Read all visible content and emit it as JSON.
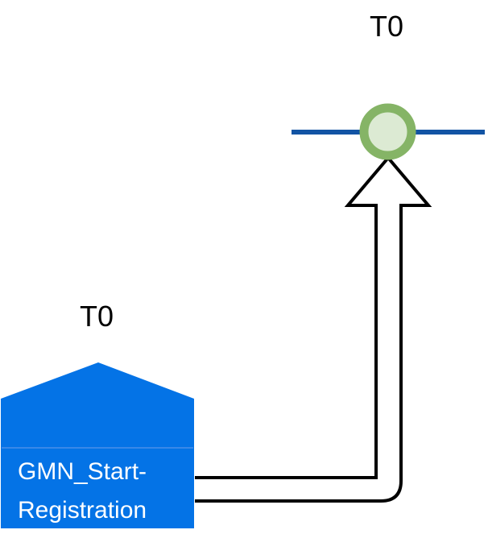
{
  "diagram": {
    "top_node": {
      "label": "T0"
    },
    "bottom_node": {
      "label": "T0",
      "name_line1": "GMN_Start-",
      "name_line2": "Registration"
    },
    "colors": {
      "background": "#ffffff",
      "start_node_fill": "#0473e6",
      "start_node_divider": "#4a90e8",
      "start_node_text": "#ffffff",
      "timeline_blue": "#1254a4",
      "place_fill": "#dcead3",
      "place_ring": "#85b466",
      "arrow_fill": "#ffffff",
      "arrow_outline": "#000000",
      "label_text": "#000000"
    }
  }
}
